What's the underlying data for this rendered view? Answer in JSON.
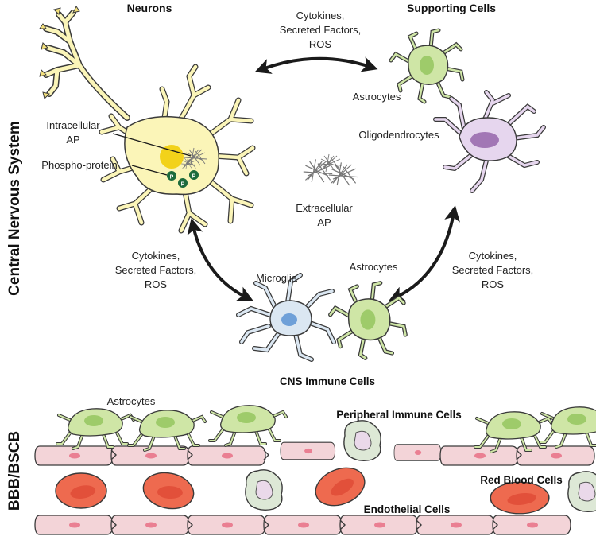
{
  "side_labels": {
    "cns": "Central Nervous System",
    "bbb": "BBB/BSCB"
  },
  "headings": {
    "neurons": "Neurons",
    "supporting_cells": "Supporting Cells",
    "cns_immune_cells": "CNS Immune Cells",
    "peripheral_immune_cells": "Peripheral Immune Cells",
    "red_blood_cells": "Red Blood Cells",
    "endothelial_cells": "Endothelial Cells"
  },
  "labels": {
    "intracellular_ap": [
      "Intracellular",
      "AP"
    ],
    "phospho_protein": "Phospho-protein",
    "extracellular_ap": [
      "Extracellular",
      "AP"
    ],
    "astrocytes_top": "Astrocytes",
    "oligodendrocytes": "Oligodendrocytes",
    "microglia": "Microglia",
    "astrocytes_immune": "Astrocytes",
    "astrocytes_barrier": "Astrocytes",
    "phospho_marker": "P"
  },
  "signal_labels": {
    "top": [
      "Cytokines,",
      "Secreted Factors,",
      "ROS"
    ],
    "left": [
      "Cytokines,",
      "Secreted Factors,",
      "ROS"
    ],
    "right": [
      "Cytokines,",
      "Secreted Factors,",
      "ROS"
    ]
  },
  "colors": {
    "neuron": "#fbf5b8",
    "neuron_nucleus": "#f2d21a",
    "astrocyte": "#cfe6a6",
    "astrocyte_nucleus": "#9ecb6a",
    "oligodendrocyte": "#e6d6ee",
    "oligodendrocyte_nucleus": "#a277b5",
    "microglia": "#dbe7f2",
    "microglia_nucleus": "#6fa0d8",
    "endothelial": "#f3d4d8",
    "endothelial_nucleus": "#ea7f92",
    "red_blood_cell": "#ee6a4f",
    "immune_cell": "#dde8d6",
    "phospho_marker": "#1d6b3c"
  }
}
